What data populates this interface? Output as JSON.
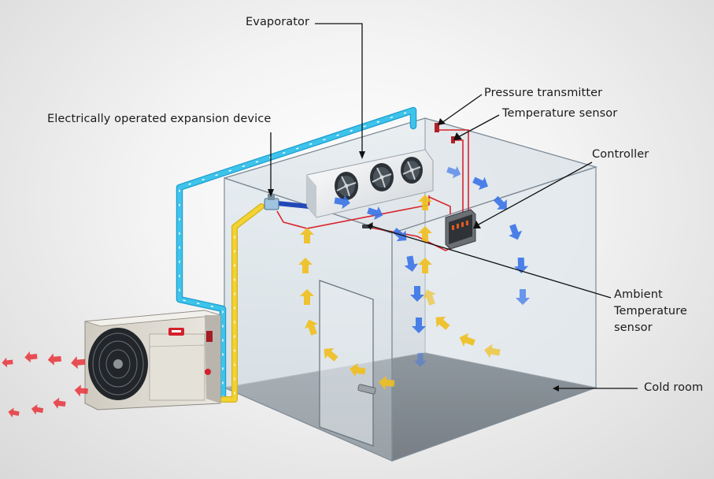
{
  "labels": {
    "evaporator": "Evaporator",
    "pressure_transmitter": "Pressure transmitter",
    "temperature_sensor": "Temperature sensor",
    "expansion_device": "Electrically operated expansion device",
    "controller": "Controller",
    "ambient_line1": "Ambient",
    "ambient_line2": "Temperature",
    "ambient_line3": "sensor",
    "cold_room": "Cold room"
  },
  "colors": {
    "cold_pipe": "#3ec3ea",
    "warm_pipe": "#f2d332",
    "sensor_wire": "#d9242c",
    "cold_airflow": "#3a74e8",
    "warm_airflow": "#f0bf1e",
    "hot_exhaust": "#e8343a",
    "room_wall": "#c9d3db",
    "room_floor": "#4e5761",
    "condensing_unit": "#d8d5cc"
  },
  "icons": {
    "brand_logo": "danfoss-logo-icon",
    "fan": "fan-icon"
  }
}
